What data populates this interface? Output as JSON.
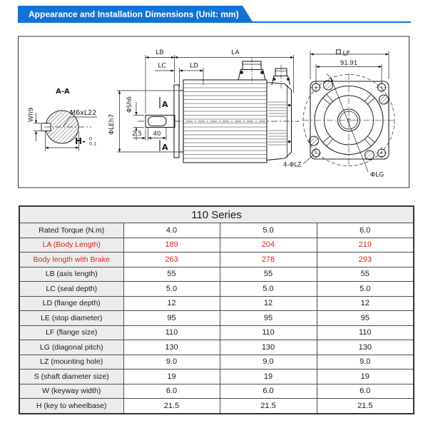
{
  "header": {
    "title": "Appearance and Installation Dimensions (Unit: mm)",
    "accent_color": "#1173d6"
  },
  "drawing": {
    "section_title": "A-A",
    "keyway_width_label": "Wh9",
    "key_spec_label": "M6xL22",
    "h_dim": {
      "base": "H-",
      "tol_top": "0",
      "tol_bottom": "0.1"
    },
    "dim_lb": "LB",
    "dim_lc": "LC",
    "dim_ld": "LD",
    "dim_la": "LA",
    "dim_le": "ΦLEh7",
    "dim_shaft": "ΦSh6",
    "dim_2_5": "2.5",
    "dim_40": "40",
    "section_marker": "A",
    "dim_lf": "LF",
    "dim_91": "91.91",
    "dim_lz": "4-ΦLZ",
    "dim_lg": "ΦLG"
  },
  "table": {
    "title": "110 Series",
    "highlight_color": "#d9251d",
    "rows": [
      {
        "label": "Rated Torque (N.m)",
        "values": [
          "4.0",
          "5.0",
          "6.0"
        ],
        "highlight": false
      },
      {
        "label": "LA (Body Length)",
        "values": [
          "189",
          "204",
          "219"
        ],
        "highlight": true
      },
      {
        "label": "Body length with Brake",
        "values": [
          "263",
          "278",
          "293"
        ],
        "highlight": true
      },
      {
        "label": "LB (axis length)",
        "values": [
          "55",
          "55",
          "55"
        ],
        "highlight": false
      },
      {
        "label": "LC (seal depth)",
        "values": [
          "5.0",
          "5.0",
          "5.0"
        ],
        "highlight": false
      },
      {
        "label": "LD (flange depth)",
        "values": [
          "12",
          "12",
          "12"
        ],
        "highlight": false
      },
      {
        "label": "LE (stop diameter)",
        "values": [
          "95",
          "95",
          "95"
        ],
        "highlight": false
      },
      {
        "label": "LF (flange size)",
        "values": [
          "110",
          "110",
          "110"
        ],
        "highlight": false
      },
      {
        "label": "LG (diagonal pitch)",
        "values": [
          "130",
          "130",
          "130"
        ],
        "highlight": false
      },
      {
        "label": "LZ (mounting hole)",
        "values": [
          "9.0",
          "9.0",
          "9.0"
        ],
        "highlight": false
      },
      {
        "label": "S (shaft diameter size)",
        "values": [
          "19",
          "19",
          "19"
        ],
        "highlight": false
      },
      {
        "label": "W (keyway width)",
        "values": [
          "6.0",
          "6.0",
          "6.0"
        ],
        "highlight": false
      },
      {
        "label": "H (key to wheelbase)",
        "values": [
          "21.5",
          "21.5",
          "21.5"
        ],
        "highlight": false
      }
    ]
  }
}
